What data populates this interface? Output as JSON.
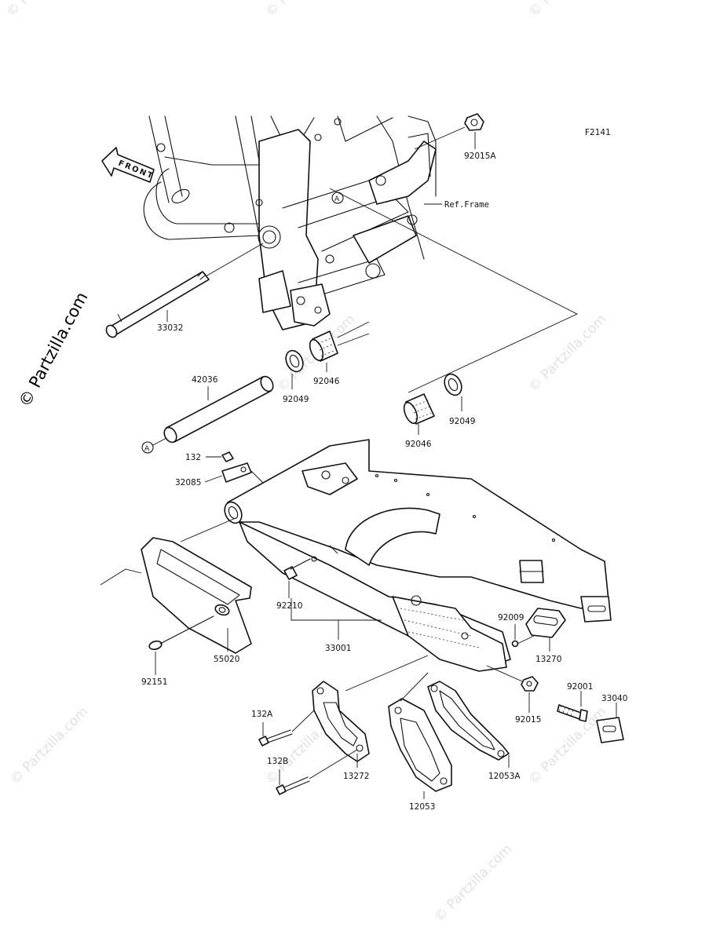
{
  "diagram_code": "F2141",
  "watermark": "© Partzilla.com",
  "front_label": "FRONT",
  "ref_frame_label": "Ref.Frame",
  "ref_marker": "A",
  "parts": [
    {
      "id": "p-92015A",
      "number": "92015A"
    },
    {
      "id": "p-33032",
      "number": "33032"
    },
    {
      "id": "p-42036",
      "number": "42036"
    },
    {
      "id": "p-92049-a",
      "number": "92049"
    },
    {
      "id": "p-92046-a",
      "number": "92046"
    },
    {
      "id": "p-92049-b",
      "number": "92049"
    },
    {
      "id": "p-92046-b",
      "number": "92046"
    },
    {
      "id": "p-132",
      "number": "132"
    },
    {
      "id": "p-32085",
      "number": "32085"
    },
    {
      "id": "p-92210",
      "number": "92210"
    },
    {
      "id": "p-33001",
      "number": "33001"
    },
    {
      "id": "p-55020",
      "number": "55020"
    },
    {
      "id": "p-92151",
      "number": "92151"
    },
    {
      "id": "p-92009",
      "number": "92009"
    },
    {
      "id": "p-13270",
      "number": "13270"
    },
    {
      "id": "p-92015",
      "number": "92015"
    },
    {
      "id": "p-92001",
      "number": "92001"
    },
    {
      "id": "p-33040",
      "number": "33040"
    },
    {
      "id": "p-132A",
      "number": "132A"
    },
    {
      "id": "p-132B",
      "number": "132B"
    },
    {
      "id": "p-13272",
      "number": "13272"
    },
    {
      "id": "p-12053",
      "number": "12053"
    },
    {
      "id": "p-12053A",
      "number": "12053A"
    }
  ]
}
